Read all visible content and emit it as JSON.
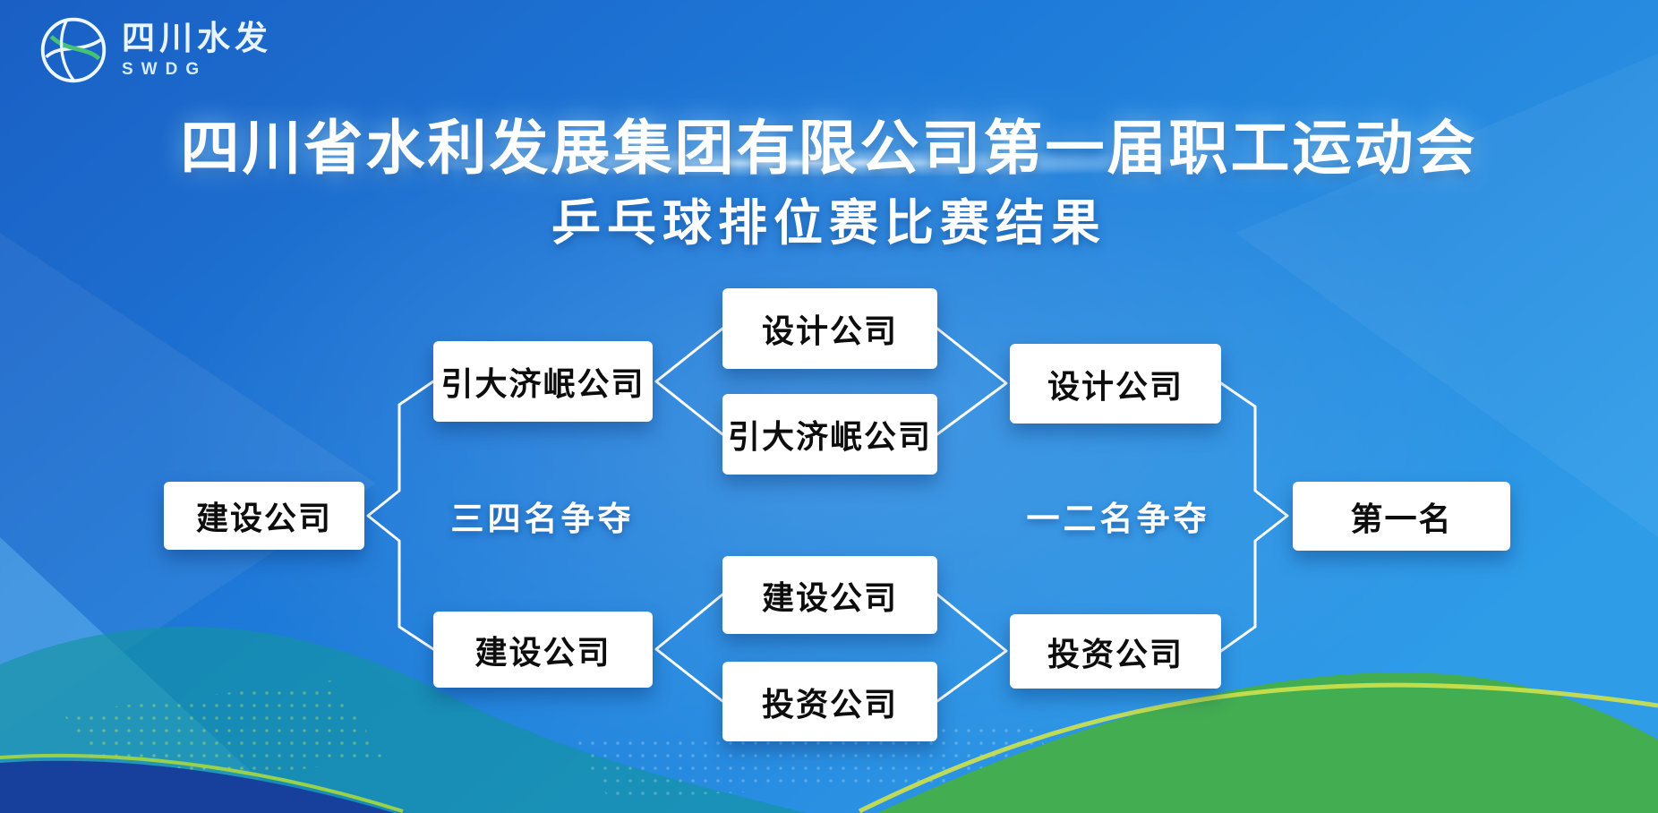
{
  "meta": {
    "kind": "event-poster-tournament-bracket"
  },
  "logo": {
    "name": "四川水发",
    "abbr": "SWDG"
  },
  "header": {
    "title": "四川省水利发展集团有限公司第一届职工运动会",
    "subtitle": "乒乓球排位赛比赛结果"
  },
  "bracket": {
    "labels": {
      "third_place_match": "三四名争夺",
      "final_match": "一二名争夺"
    },
    "boxes": {
      "third_place_winner": "建设公司",
      "semi1_loser": "引大济岷公司",
      "semi2_loser": "建设公司",
      "semi1_team1": "设计公司",
      "semi1_team2": "引大济岷公司",
      "semi2_team1": "建设公司",
      "semi2_team2": "投资公司",
      "finalist_top": "设计公司",
      "finalist_bottom": "投资公司",
      "champion": "第一名"
    }
  },
  "colors": {
    "background_blue": "#1d74d3",
    "box_background": "#ffffff",
    "box_text": "#111111",
    "connector_white": "#ffffff",
    "wave_teal": "#12949e",
    "wave_green": "#43ad52",
    "accent_lime": "#cfe24a",
    "navy": "#16409b",
    "logo_green": "#46c178"
  }
}
